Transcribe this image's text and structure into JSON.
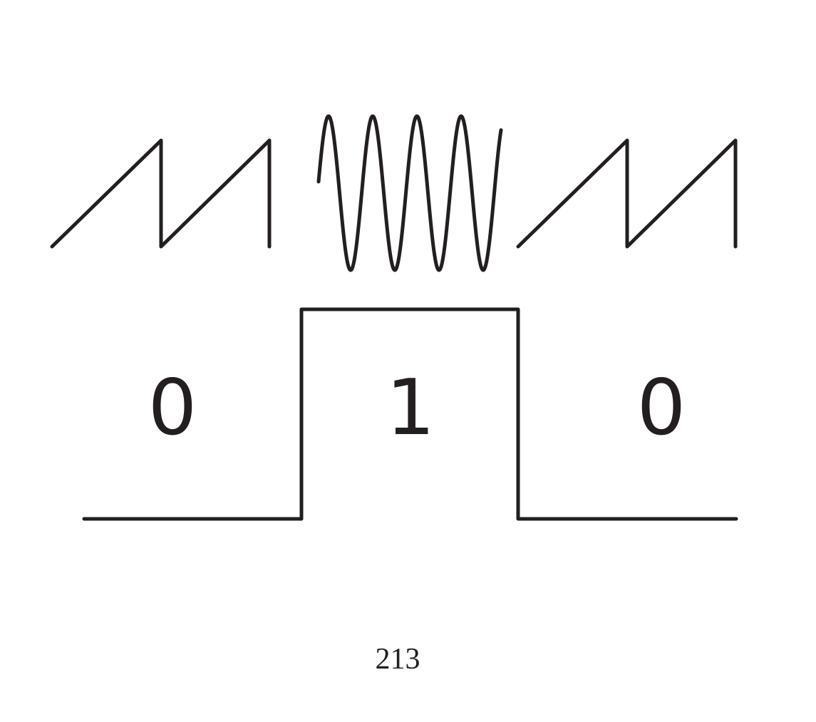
{
  "diagram": {
    "bits": [
      {
        "label": "0",
        "signal": "sawtooth"
      },
      {
        "label": "1",
        "signal": "sine"
      },
      {
        "label": "0",
        "signal": "sawtooth"
      }
    ],
    "ink_color": "#231f20",
    "background_color": "#ffffff"
  },
  "page": {
    "number": "213"
  }
}
